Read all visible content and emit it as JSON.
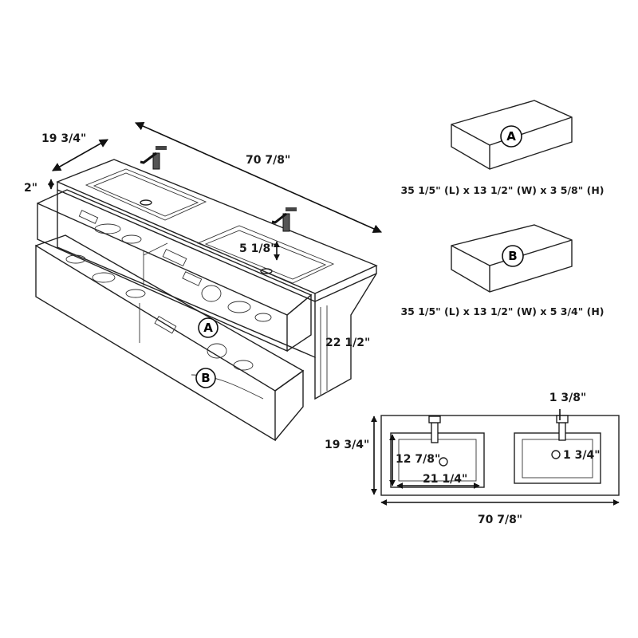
{
  "vanity": {
    "depth_label": "19 3/4\"",
    "width_label": "70 7/8\"",
    "top_thickness_label": "2\"",
    "basin_depth_label": "5 1/8\"",
    "height_label": "22 1/2\"",
    "drawer_a": "A",
    "drawer_b": "B"
  },
  "drawers": {
    "a": {
      "letter": "A",
      "size": "35 1/5\" (L) x 13 1/2\" (W) x 3 5/8\" (H)"
    },
    "b": {
      "letter": "B",
      "size": "35 1/5\" (L) x 13 1/2\" (W) x 5 3/4\" (H)"
    }
  },
  "top_view": {
    "depth_label": "19 3/4\"",
    "width_label": "70 7/8\"",
    "faucet_offset_label": "1 3/8\"",
    "basin_depth_label": "12 7/8\"",
    "basin_width_label": "21 1/4\"",
    "drain_label": "1 3/4\""
  }
}
